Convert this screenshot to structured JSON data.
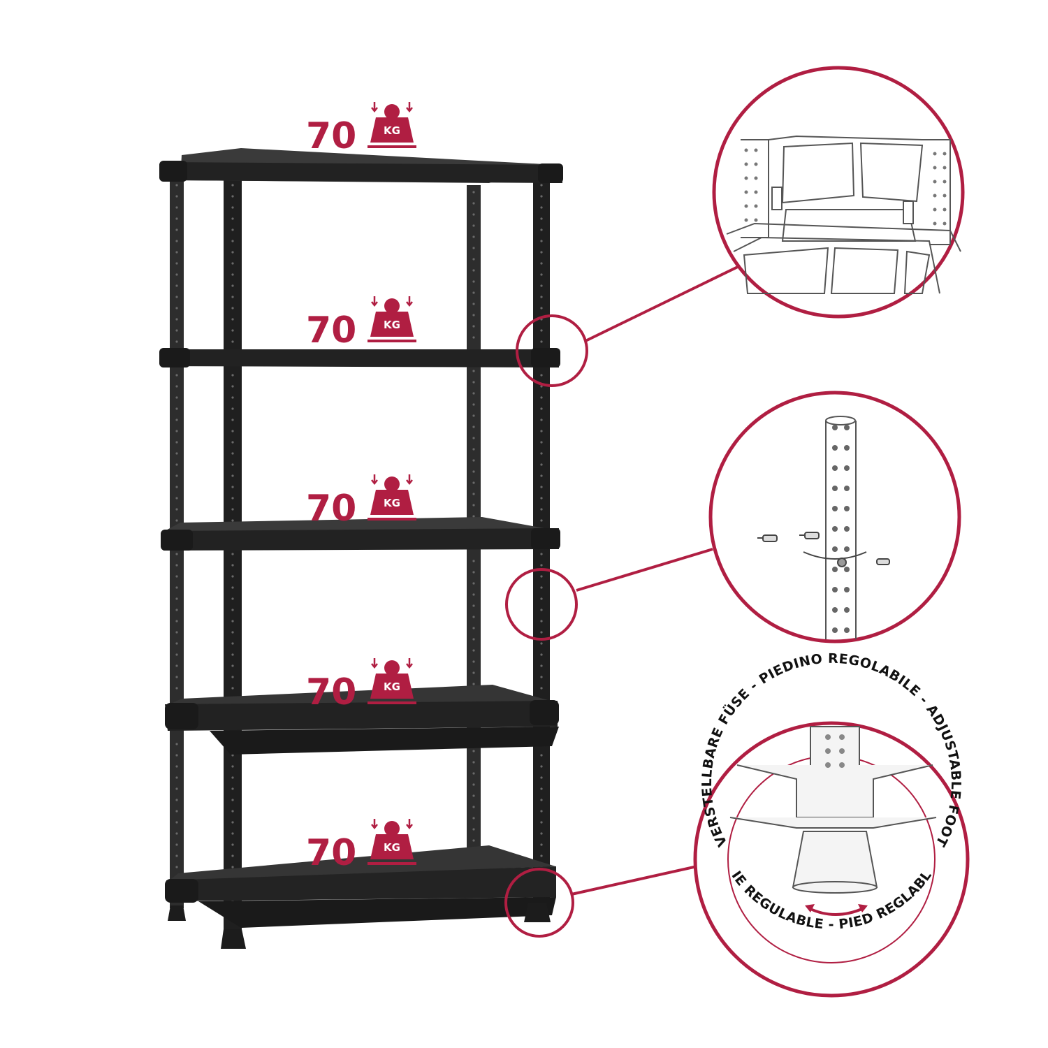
{
  "colors": {
    "accent": "#b01e42",
    "shelf": "#2a2a2a",
    "shelf_front": "#1e1e1e",
    "line_art": "#555555",
    "background": "#ffffff"
  },
  "shelves": [
    {
      "load_value": "70",
      "unit": "KG",
      "icon": "weight-icon"
    },
    {
      "load_value": "70",
      "unit": "KG",
      "icon": "weight-icon"
    },
    {
      "load_value": "70",
      "unit": "KG",
      "icon": "weight-icon"
    },
    {
      "load_value": "70",
      "unit": "KG",
      "icon": "weight-icon"
    },
    {
      "load_value": "70",
      "unit": "KG",
      "icon": "weight-icon"
    }
  ],
  "details": [
    {
      "name": "shelf-connector-detail"
    },
    {
      "name": "pole-screw-detail"
    },
    {
      "name": "adjustable-foot-detail"
    }
  ],
  "foot_ring_labels": {
    "top": "PIEDINO REGOLABILE",
    "right_top": "ADJUSTABLE FOOT",
    "right_bottom": "PIED REGLABLE",
    "bottom": "PIE REGULABLE",
    "left": "VERSTELLBARE FÜSE",
    "separator": "-"
  }
}
